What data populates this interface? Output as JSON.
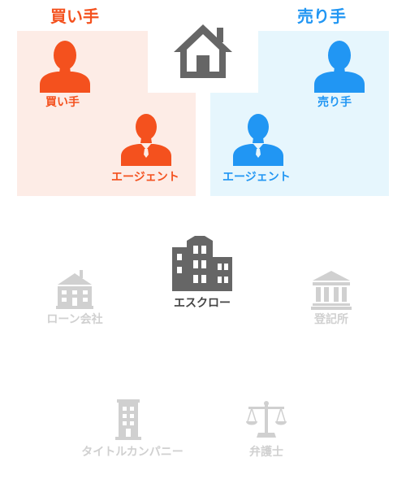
{
  "buyer": {
    "title": "買い手",
    "person_label": "買い手",
    "agent_label": "エージェント",
    "person_icon": "person-icon",
    "agent_icon": "agent-icon",
    "color": "#f4511e",
    "panel_color": "#fdece6"
  },
  "seller": {
    "title": "売り手",
    "person_label": "売り手",
    "agent_label": "エージェント",
    "person_icon": "person-icon",
    "agent_icon": "agent-icon",
    "color": "#2196f3",
    "panel_color": "#e6f6fd"
  },
  "property": {
    "icon": "house-icon",
    "color": "#666666"
  },
  "escrow": {
    "label": "エスクロー",
    "icon": "office-buildings-icon",
    "color": "#666666",
    "active": true
  },
  "parties": [
    {
      "label": "ローン会社",
      "icon": "bank-building-icon",
      "active": false
    },
    {
      "label": "登記所",
      "icon": "government-building-icon",
      "active": false
    },
    {
      "label": "タイトルカンパニー",
      "icon": "tall-building-icon",
      "active": false
    },
    {
      "label": "弁護士",
      "icon": "scales-icon",
      "active": false
    }
  ],
  "inactive_color": "#d0d0d0"
}
